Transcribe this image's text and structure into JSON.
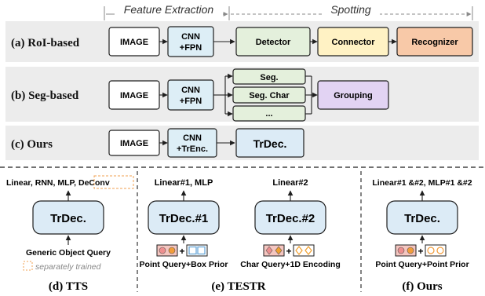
{
  "header": {
    "feature_extraction": "Feature Extraction",
    "spotting": "Spotting"
  },
  "rows": {
    "roi": {
      "label": "(a) RoI-based",
      "image": "IMAGE",
      "backbone_l1": "CNN",
      "backbone_l2": "+FPN",
      "detector": "Detector",
      "connector": "Connector",
      "recognizer": "Recognizer"
    },
    "seg": {
      "label": "(b) Seg-based",
      "image": "IMAGE",
      "backbone_l1": "CNN",
      "backbone_l2": "+FPN",
      "branch_1": "Seg.",
      "branch_2": "Seg. Char",
      "branch_3": "...",
      "grouping": "Grouping"
    },
    "ours": {
      "label": "(c) Ours",
      "image": "IMAGE",
      "backbone_l1": "CNN",
      "backbone_l2": "+TrEnc.",
      "decoder": "TrDec."
    }
  },
  "panels": {
    "tts": {
      "head": "Linear, RNN, MLP, DeConv",
      "decoder": "TrDec.",
      "query": "Generic Object Query",
      "legend": "separately trained",
      "caption": "(d) TTS"
    },
    "testr": {
      "head_1": "Linear#1, MLP",
      "head_2": "Linear#2",
      "decoder_1": "TrDec.#1",
      "decoder_2": "TrDec.#2",
      "query_1": "Point Query+Box Prior",
      "query_2": "Char Query+1D Encoding",
      "plus": "+",
      "caption": "(e) TESTR"
    },
    "ours": {
      "head": "Linear#1 &#2, MLP#1 &#2",
      "decoder": "TrDec.",
      "query": "Point Query+Point Prior",
      "plus": "+",
      "caption": "(f) Ours"
    }
  },
  "colors": {
    "row_bg": "#ececec",
    "image_box": "#ffffff",
    "backbone": "#ddeef6",
    "detector": "#e4f0dc",
    "connector": "#fff2c4",
    "recognizer": "#f8c9a8",
    "grouping": "#e2d3f3",
    "decoder": "#dcebf6",
    "dashed_orange": "#f0a050",
    "point_query": "#f5c6c0",
    "box_prior": "#6aa8d8",
    "char_query": "#f0a030",
    "dot_orange": "#f29c3a",
    "dot_pink": "#ee8f8f"
  }
}
